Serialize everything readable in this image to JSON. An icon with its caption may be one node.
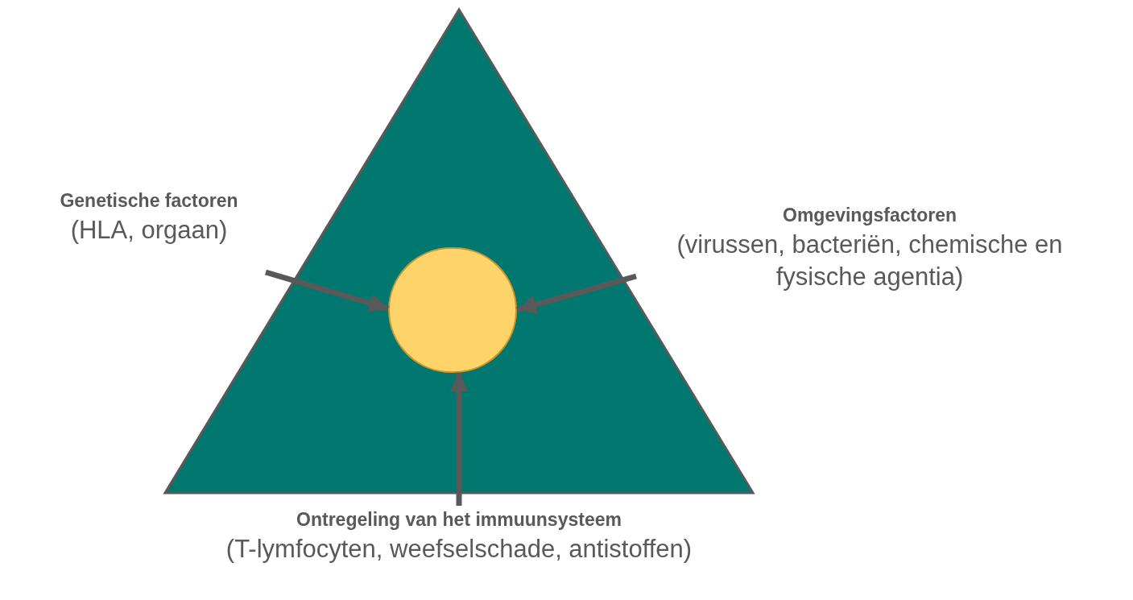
{
  "diagram": {
    "nodes": [
      {
        "text": [],
        "shape": "triangle"
      },
      {
        "text": [],
        "shape": "circle",
        "in": 0
      },
      {
        "text": [
          "Genetische factoren",
          "(HLA, orgaan)"
        ]
      },
      {
        "text": [
          "Omgevingsfactoren",
          "(virussen, bacteriën, chemische en fysische agentia)"
        ]
      },
      {
        "text": [
          "Ontregeling van het immuunsysteem",
          "(T-lymfocyten, weefselschade, antistoffen)"
        ]
      }
    ],
    "edges": [
      {
        "from": 2,
        "to": 1,
        "arrow": "to"
      },
      {
        "from": 3,
        "to": 1,
        "arrow": "to"
      },
      {
        "from": 4,
        "to": 1,
        "arrow": "to"
      }
    ]
  }
}
